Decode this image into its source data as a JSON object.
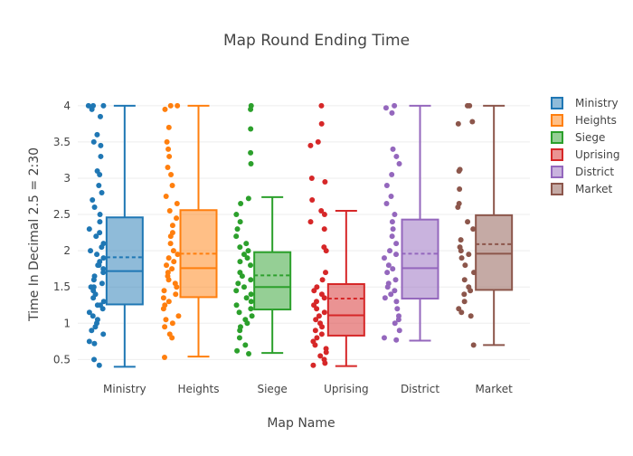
{
  "chart_data": {
    "type": "box",
    "title": "Map Round Ending Time",
    "xlabel": "Map Name",
    "ylabel": "Time In Decimal 2.5 = 2:30",
    "ylim": [
      0.28,
      4.21
    ],
    "yticks": [
      0.5,
      1,
      1.5,
      2,
      2.5,
      3,
      3.5,
      4
    ],
    "ytick_labels": [
      "0.5",
      "1",
      "1.5",
      "2",
      "2.5",
      "3",
      "3.5",
      "4"
    ],
    "grid": true,
    "legend_placement": "right",
    "boxmean": true,
    "boxpoints": "all",
    "series": [
      {
        "name": "Ministry",
        "color": "#1f77b4",
        "lowerfence": 0.4,
        "q1": 1.26,
        "median": 1.72,
        "mean": 1.91,
        "q3": 2.46,
        "upperfence": 4.0,
        "points": [
          4,
          4,
          4,
          3.95,
          3.85,
          3.6,
          3.5,
          3.45,
          3.3,
          3.1,
          3.05,
          2.9,
          2.8,
          2.7,
          2.6,
          2.5,
          2.4,
          2.3,
          2.25,
          2.2,
          2.1,
          2.05,
          2,
          1.95,
          1.9,
          1.85,
          1.8,
          1.8,
          1.75,
          1.7,
          1.65,
          1.6,
          1.55,
          1.5,
          1.5,
          1.45,
          1.4,
          1.35,
          1.3,
          1.25,
          1.25,
          1.2,
          1.15,
          1.1,
          1.05,
          1,
          0.95,
          0.9,
          0.85,
          0.75,
          0.72,
          0.5,
          0.42
        ]
      },
      {
        "name": "Heights",
        "color": "#ff7f0e",
        "lowerfence": 0.54,
        "q1": 1.36,
        "median": 1.76,
        "mean": 1.96,
        "q3": 2.56,
        "upperfence": 4.0,
        "points": [
          4,
          4,
          3.95,
          3.7,
          3.5,
          3.4,
          3.3,
          3.15,
          3.05,
          2.9,
          2.75,
          2.65,
          2.55,
          2.45,
          2.35,
          2.25,
          2.2,
          2.1,
          2,
          1.95,
          1.9,
          1.85,
          1.8,
          1.75,
          1.7,
          1.65,
          1.6,
          1.55,
          1.5,
          1.45,
          1.4,
          1.35,
          1.3,
          1.25,
          1.2,
          1.1,
          1.05,
          1,
          0.95,
          0.85,
          0.8,
          0.53
        ]
      },
      {
        "name": "Siege",
        "color": "#2ca02c",
        "lowerfence": 0.59,
        "q1": 1.19,
        "median": 1.5,
        "mean": 1.66,
        "q3": 1.98,
        "upperfence": 2.74,
        "points": [
          4,
          3.95,
          3.68,
          3.35,
          3.2,
          2.72,
          2.65,
          2.5,
          2.4,
          2.3,
          2.2,
          2.1,
          2.05,
          2,
          1.95,
          1.9,
          1.85,
          1.8,
          1.7,
          1.65,
          1.6,
          1.55,
          1.5,
          1.45,
          1.4,
          1.35,
          1.3,
          1.25,
          1.2,
          1.15,
          1.1,
          1.05,
          1,
          0.95,
          0.9,
          0.8,
          0.7,
          0.62,
          0.58
        ]
      },
      {
        "name": "Uprising",
        "color": "#d62728",
        "lowerfence": 0.41,
        "q1": 0.83,
        "median": 1.11,
        "mean": 1.34,
        "q3": 1.54,
        "upperfence": 2.55,
        "points": [
          4,
          3.75,
          3.5,
          3.45,
          3,
          2.95,
          2.7,
          2.55,
          2.5,
          2.4,
          2.3,
          2.05,
          2,
          1.7,
          1.6,
          1.5,
          1.45,
          1.4,
          1.35,
          1.3,
          1.25,
          1.2,
          1.15,
          1.1,
          1.05,
          1.0,
          0.95,
          0.9,
          0.85,
          0.8,
          0.75,
          0.7,
          0.65,
          0.6,
          0.55,
          0.5,
          0.45,
          0.42
        ]
      },
      {
        "name": "District",
        "color": "#9467bd",
        "lowerfence": 0.76,
        "q1": 1.34,
        "median": 1.76,
        "mean": 1.96,
        "q3": 2.43,
        "upperfence": 4.0,
        "points": [
          4,
          3.97,
          3.9,
          3.4,
          3.3,
          3.2,
          3.05,
          2.9,
          2.75,
          2.65,
          2.5,
          2.4,
          2.3,
          2.2,
          2.1,
          2,
          1.95,
          1.9,
          1.8,
          1.75,
          1.7,
          1.6,
          1.55,
          1.5,
          1.45,
          1.4,
          1.35,
          1.3,
          1.2,
          1.1,
          1.05,
          1,
          0.9,
          0.8,
          0.77
        ]
      },
      {
        "name": "Market",
        "color": "#8c564b",
        "lowerfence": 0.7,
        "q1": 1.46,
        "median": 1.96,
        "mean": 2.09,
        "q3": 2.49,
        "upperfence": 4.0,
        "points": [
          4,
          4,
          3.78,
          3.75,
          3.12,
          3.1,
          2.85,
          2.65,
          2.6,
          2.4,
          2.3,
          2.15,
          2.05,
          2,
          1.95,
          1.9,
          1.8,
          1.7,
          1.6,
          1.5,
          1.45,
          1.4,
          1.3,
          1.2,
          1.15,
          1.1,
          0.7
        ]
      }
    ]
  }
}
